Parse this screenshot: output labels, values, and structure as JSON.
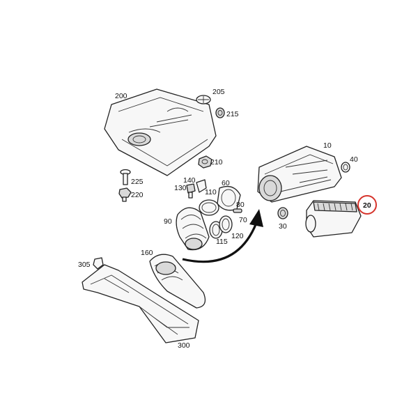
{
  "parts": [
    {
      "key": "p200",
      "number": "200"
    },
    {
      "key": "p205",
      "number": "205"
    },
    {
      "key": "p215",
      "number": "215"
    },
    {
      "key": "p210",
      "number": "210"
    },
    {
      "key": "p225",
      "number": "225"
    },
    {
      "key": "p220",
      "number": "220"
    },
    {
      "key": "p140",
      "number": "140"
    },
    {
      "key": "p130",
      "number": "130"
    },
    {
      "key": "p110",
      "number": "110"
    },
    {
      "key": "p60",
      "number": "60"
    },
    {
      "key": "p90",
      "number": "90"
    },
    {
      "key": "p80",
      "number": "80"
    },
    {
      "key": "p70",
      "number": "70"
    },
    {
      "key": "p115",
      "number": "115"
    },
    {
      "key": "p120",
      "number": "120"
    },
    {
      "key": "p10",
      "number": "10"
    },
    {
      "key": "p40",
      "number": "40"
    },
    {
      "key": "p30",
      "number": "30"
    },
    {
      "key": "p20",
      "number": "20",
      "highlighted": true
    },
    {
      "key": "p160",
      "number": "160"
    },
    {
      "key": "p305",
      "number": "305"
    },
    {
      "key": "p300",
      "number": "300"
    }
  ],
  "highlight_color": "#d6342c"
}
